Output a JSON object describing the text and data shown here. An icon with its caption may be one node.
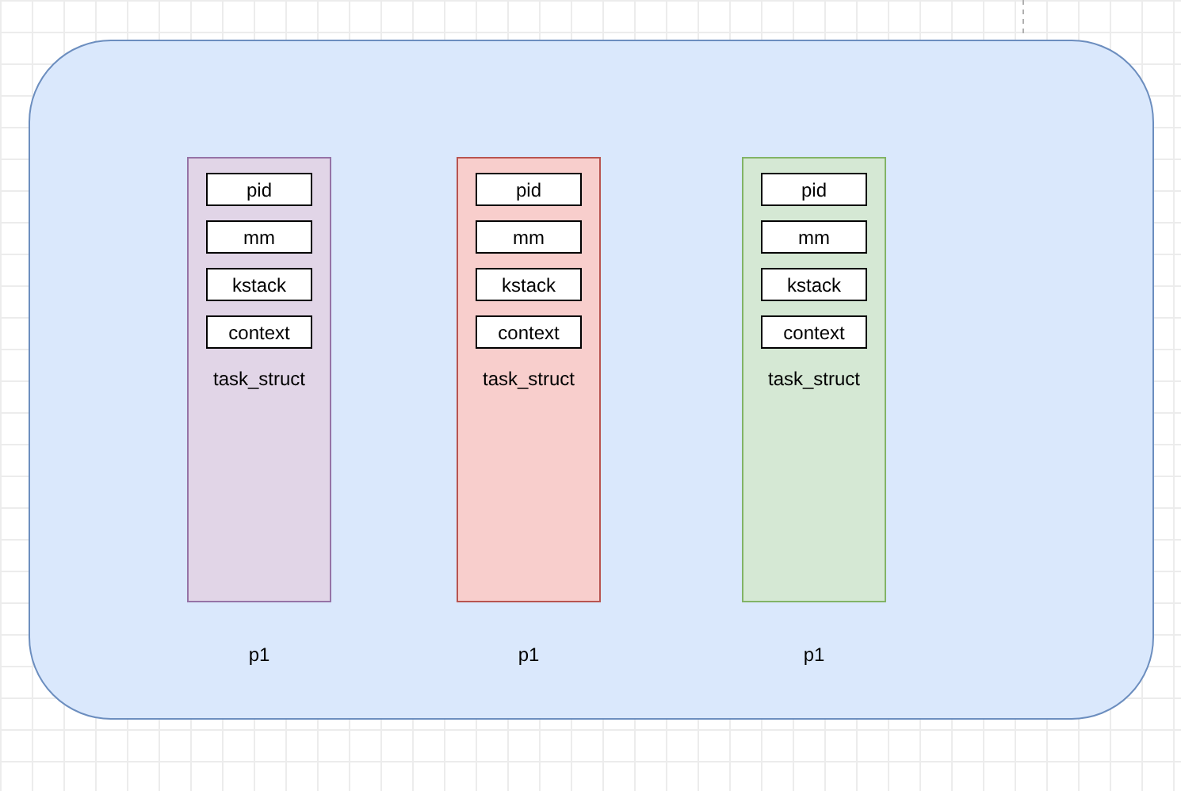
{
  "diagram": {
    "nodes": [
      {
        "text": [],
        "shape": "box"
      },
      {
        "text": [
          "task_struct"
        ],
        "in": 0
      },
      {
        "text": [
          "pid"
        ],
        "in": 1
      },
      {
        "text": [
          "mm"
        ],
        "in": 1
      },
      {
        "text": [
          "kstack"
        ],
        "in": 1
      },
      {
        "text": [
          "context"
        ],
        "in": 1
      },
      {
        "text": [
          "task_struct"
        ],
        "in": 0
      },
      {
        "text": [
          "pid"
        ],
        "in": 6
      },
      {
        "text": [
          "mm"
        ],
        "in": 6
      },
      {
        "text": [
          "kstack"
        ],
        "in": 6
      },
      {
        "text": [
          "context"
        ],
        "in": 6
      },
      {
        "text": [
          "task_struct"
        ],
        "in": 0
      },
      {
        "text": [
          "pid"
        ],
        "in": 11
      },
      {
        "text": [
          "mm"
        ],
        "in": 11
      },
      {
        "text": [
          "kstack"
        ],
        "in": 11
      },
      {
        "text": [
          "context"
        ],
        "in": 11
      }
    ],
    "edges": [],
    "labels": [
      "p1",
      "p1",
      "p1"
    ]
  }
}
